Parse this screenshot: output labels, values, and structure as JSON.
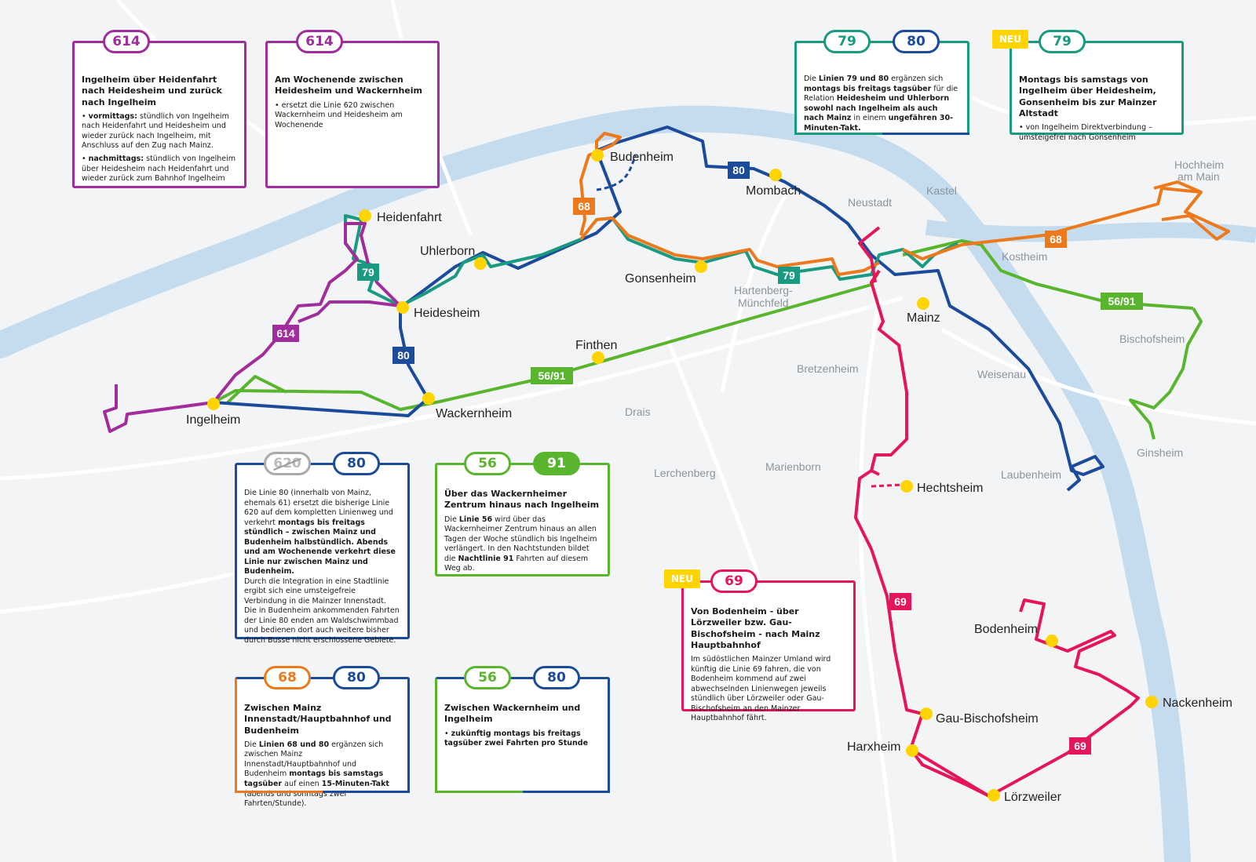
{
  "colors": {
    "l614": "#a12c9b",
    "l80": "#1b4b9a",
    "l79": "#1a9a80",
    "l68": "#ec7a1c",
    "l56": "#5ab52e",
    "l69": "#e5155a",
    "neu": "#ffd400",
    "stop": "#ffd400",
    "river": "#c5dcef",
    "road": "#ffffff",
    "placeGray": "#8d949c",
    "placeDark": "#222222"
  },
  "places": {
    "heidenfahrt": "Heidenfahrt",
    "uhlerborn": "Uhlerborn",
    "budenheim": "Budenheim",
    "mombach": "Mombach",
    "neustadt": "Neustadt",
    "kastel": "Kastel",
    "hochheim": [
      "Hochheim",
      "am Main"
    ],
    "heidesheim": "Heidesheim",
    "gonsenheim": "Gonsenheim",
    "hartenberg": [
      "Hartenberg-",
      "Münchfeld"
    ],
    "kostheim": "Kostheim",
    "mainz": "Mainz",
    "bischofsheim": "Bischofsheim",
    "finthen": "Finthen",
    "bretzenheim": "Bretzenheim",
    "weisenau": "Weisenau",
    "ingelheim": "Ingelheim",
    "wackernheim": "Wackernheim",
    "drais": "Drais",
    "ginsheim": "Ginsheim",
    "lerchenberg": "Lerchenberg",
    "marienborn": "Marienborn",
    "laubenheim": "Laubenheim",
    "hechtsheim": "Hechtsheim",
    "bodenheim": "Bodenheim",
    "nackenheim": "Nackenheim",
    "gaubischofsheim": "Gau-Bischofsheim",
    "harxheim": "Harxheim",
    "loerzweiler": "Lörzweiler"
  },
  "line_labels": {
    "l614": "614",
    "l79": "79",
    "l80_north": "80",
    "l80_west": "80",
    "l68_west": "68",
    "l68_east": "68",
    "l79_east": "79",
    "l5691_west": "56/91",
    "l5691_east": "56/91",
    "l69_a": "69",
    "l69_b": "69"
  },
  "boxes": {
    "b614a": {
      "badge": "614",
      "head": [
        [
          "b",
          "Ingelheim"
        ],
        [
          "n",
          " über "
        ],
        [
          "b",
          "Heidenfahrt"
        ],
        [
          "n",
          " nach "
        ],
        [
          "b",
          "Heidesheim"
        ],
        [
          "n",
          " und zurück nach "
        ],
        [
          "b",
          "Ingelheim"
        ]
      ],
      "items": [
        [
          [
            "b",
            "vormittags:"
          ],
          [
            "n",
            " stündlich von Ingelheim nach Heidenfahrt und Heidesheim und wieder zurück nach Ingelheim, mit Anschluss auf den Zug nach Mainz."
          ]
        ],
        [
          [
            "b",
            "nachmittags:"
          ],
          [
            "n",
            " stündlich von Ingelheim über Heidesheim nach Heidenfahrt und wieder zurück zum Bahnhof Ingelheim"
          ]
        ]
      ]
    },
    "b614b": {
      "badge": "614",
      "head": [
        [
          "n",
          "Am Wochenende zwischen "
        ],
        [
          "b",
          "Heidesheim"
        ],
        [
          "n",
          " und "
        ],
        [
          "b",
          "Wackernheim"
        ]
      ],
      "items": [
        [
          [
            "n",
            "ersetzt die Linie 620 zwischen Wackernheim und Heidesheim am Wochenende"
          ]
        ]
      ]
    },
    "b7980": {
      "badge1": "79",
      "badge2": "80",
      "text": [
        [
          "n",
          "Die "
        ],
        [
          "b",
          "Linien 79 und 80"
        ],
        [
          "n",
          " ergänzen sich "
        ],
        [
          "b",
          "montags bis freitags tagsüber"
        ],
        [
          "n",
          " für die Relation "
        ],
        [
          "b",
          "Heidesheim und Uhlerborn sowohl nach Ingelheim als auch nach Mainz"
        ],
        [
          "n",
          " in einem "
        ],
        [
          "b",
          "ungefähren 30-Minuten-Takt."
        ]
      ]
    },
    "b79neu": {
      "neu": "NEU",
      "badge": "79",
      "head": [
        [
          "n",
          "Montags bis samstags von "
        ],
        [
          "b",
          "Ingelheim"
        ],
        [
          "n",
          " über "
        ],
        [
          "b",
          "Heidesheim, Gonsenheim"
        ],
        [
          "n",
          " bis zur "
        ],
        [
          "b",
          "Mainzer Altstadt"
        ]
      ],
      "items": [
        [
          [
            "n",
            "von Ingelheim Direktverbindung – umsteigefrei nach Gonsenheim"
          ]
        ]
      ]
    },
    "b62080": {
      "badge_old": "620",
      "badge": "80",
      "text": [
        [
          "n",
          "Die Linie 80 (innerhalb von Mainz, ehemals 61) ersetzt die bisherige Linie 620 auf dem kompletten Linienweg und verkehrt "
        ],
        [
          "b",
          "montags bis freitags stündlich – zwischen Mainz und Budenheim halbstündlich. Abends und am Wochenende verkehrt diese Linie nur zwischen Mainz und Budenheim."
        ]
      ],
      "text2": "Durch die Integration in eine Stadtlinie ergibt sich eine umsteigefreie Verbindung in die Mainzer Innenstadt. Die in Budenheim ankommenden Fahrten der Linie 80 enden am Waldschwimmbad und bedienen dort auch weitere bisher durch Busse nicht erschlossene Gebiete."
    },
    "b5691": {
      "badge1": "56",
      "badge2": "91",
      "head": [
        [
          "n",
          "Über das "
        ],
        [
          "b",
          "Wackernheimer Zentrum"
        ],
        [
          "n",
          " hinaus nach "
        ],
        [
          "b",
          "Ingelheim"
        ]
      ],
      "text": [
        [
          "n",
          "Die "
        ],
        [
          "b",
          "Linie 56"
        ],
        [
          "n",
          " wird über das Wackernheimer Zentrum hinaus an allen Tagen der Woche stündlich bis Ingelheim verlängert. In den Nachtstunden bildet die "
        ],
        [
          "b",
          "Nachtlinie 91"
        ],
        [
          "n",
          " Fahrten auf diesem Weg ab."
        ]
      ]
    },
    "b69": {
      "neu": "NEU",
      "badge": "69",
      "head": [
        [
          "n",
          "Von "
        ],
        [
          "b",
          "Bodenheim"
        ],
        [
          "n",
          " - über "
        ],
        [
          "b",
          "Lörzweiler bzw. Gau-Bischofsheim"
        ],
        [
          "n",
          " - nach "
        ],
        [
          "b",
          "Mainz Hauptbahnhof"
        ]
      ],
      "text": "Im südöstlichen Mainzer Umland wird künftig die Linie 69 fahren, die von Bodenheim kommend auf zwei abwechselnden Linienwegen jeweils stündlich über Lörzweiler oder Gau-Bischofsheim an den Mainzer Hauptbahnhof fährt."
    },
    "b6880": {
      "badge1": "68",
      "badge2": "80",
      "head": [
        [
          "n",
          "Zwischen "
        ],
        [
          "b",
          "Mainz Innenstadt/Hauptbahnhof"
        ],
        [
          "n",
          " und "
        ],
        [
          "b",
          "Budenheim"
        ]
      ],
      "text": [
        [
          "n",
          "Die "
        ],
        [
          "b",
          "Linien 68 und 80"
        ],
        [
          "n",
          " ergänzen sich zwischen Mainz Innenstadt/Hauptbahnhof und Budenheim "
        ],
        [
          "b",
          "montags bis samstags tagsüber"
        ],
        [
          "n",
          " auf einen "
        ],
        [
          "b",
          "15-Minuten-Takt"
        ],
        [
          "n",
          " (abends und sonntags zwei Fahrten/Stunde)."
        ]
      ]
    },
    "b5680": {
      "badge1": "56",
      "badge2": "80",
      "head": [
        [
          "n",
          "Zwischen "
        ],
        [
          "b",
          "Wackernheim"
        ],
        [
          "n",
          " und "
        ],
        [
          "b",
          "Ingelheim"
        ]
      ],
      "items": [
        [
          [
            "b",
            "zukünftig montags bis freitags tagsüber zwei Fahrten pro Stunde"
          ]
        ]
      ]
    }
  }
}
